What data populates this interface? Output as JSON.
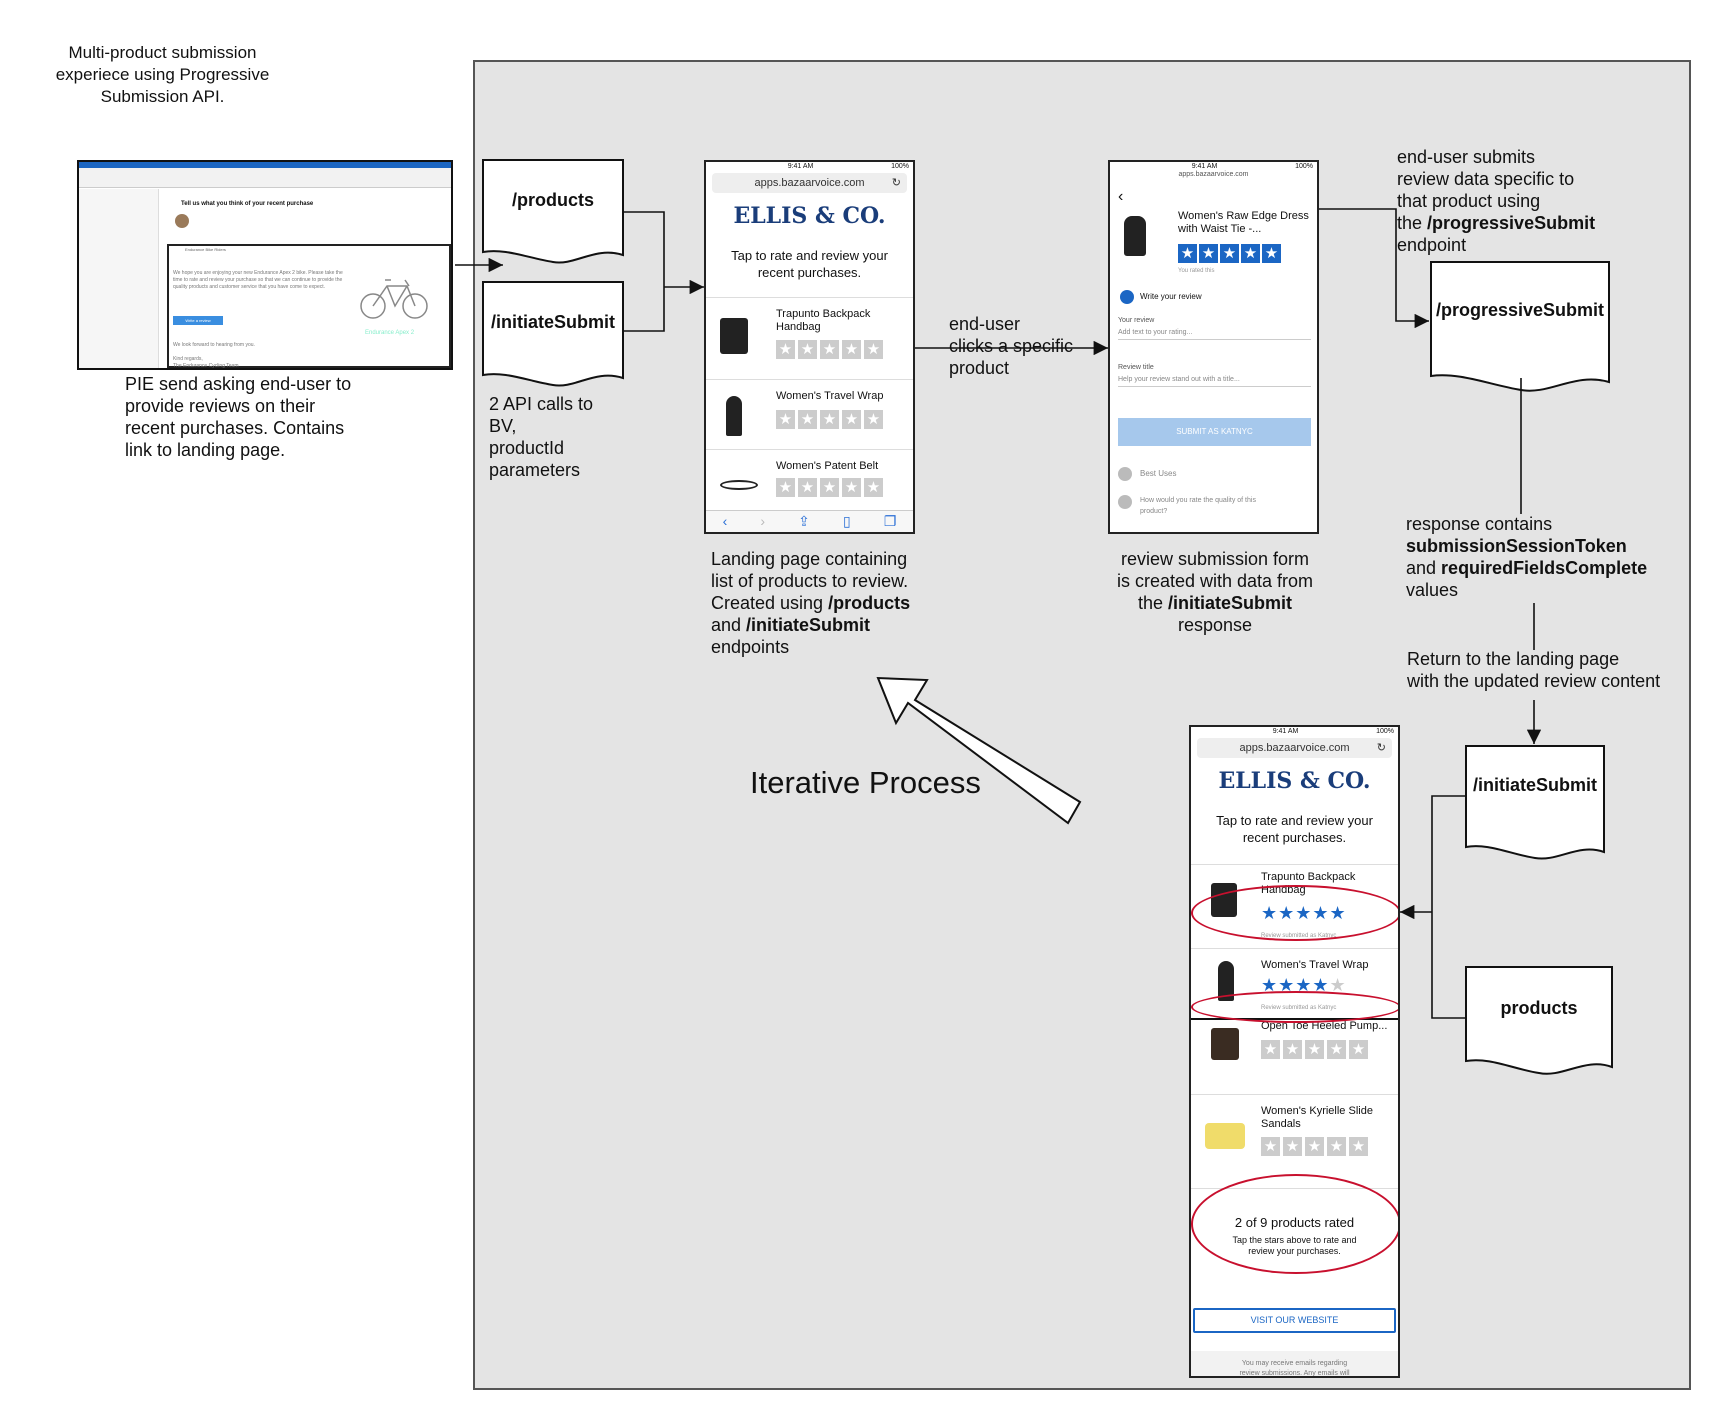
{
  "title_note": "Multi-product submission\nexperiece using Progressive\nSubmission API.",
  "email": {
    "caption": "PIE send asking end-user to\nprovide reviews on their\nrecent purchases. Contains\nlink to landing page.",
    "subject": "Tell us what you think of your recent purchase",
    "body": "We hope you are enjoying your new Endurance Apex 2 bike. Please take the time to rate and review your purchase so that we can continue to provide the quality products and customer service that you have come to expect.",
    "button": "Write a review",
    "closing": "We look forward to hearing from you.",
    "signoff": "Kind regards,\nThe Endurance Cycling Team",
    "product_caption": "Endurance Apex 2",
    "sender": "Endurance Bike Riders"
  },
  "docs": {
    "products": "/products",
    "initiate": "/initiateSubmit",
    "progressive": "/progressiveSubmit",
    "initiate2": "/initiateSubmit",
    "products2": "products"
  },
  "notes": {
    "api_calls": "2 API calls to\nBV,\nproductId\nparameters",
    "landing_pre": "Landing page containing\nlist of products to review.\nCreated using ",
    "landing_b1": "/products",
    "landing_mid": "\nand ",
    "landing_b2": "/initiateSubmit",
    "landing_post": "\nendpoints",
    "clicks": "end-user\nclicks a specific\nproduct",
    "form_pre": "review submission form\nis created with data from\nthe ",
    "form_b": "/initiateSubmit",
    "form_post": "\nresponse",
    "submits_pre": "end-user submits\nreview data specific to\nthat product using\nthe ",
    "submits_b": "/progressiveSubmit",
    "submits_post": "\nendpoint",
    "resp_pre": "response contains\n",
    "resp_b1": "submissionSessionToken",
    "resp_mid": "\nand ",
    "resp_b2": "requiredFieldsComplete",
    "resp_post": "\nvalues",
    "return": "Return to the landing page\nwith the updated review content",
    "iterative": "Iterative Process"
  },
  "phone": {
    "time": "9:41 AM",
    "battery": "100%",
    "url": "apps.bazaarvoice.com",
    "brand": "ELLIS & CO.",
    "tap": "Tap to rate and review your\nrecent purchases."
  },
  "landing": {
    "products": [
      "Trapunto Backpack\nHandbag",
      "Women's Travel Wrap",
      "Women's Patent Belt"
    ]
  },
  "form": {
    "product": "Women's Raw Edge Dress\nwith Waist Tie -...",
    "rated": "You rated this",
    "step1": "Write your review",
    "review_label": "Your review",
    "review_ph": "Add text to your rating...",
    "title_label": "Review title",
    "title_ph": "Help your review stand out with a title...",
    "submit": "SUBMIT AS KATNYC",
    "step2": "Best Uses",
    "step3": "How would you rate the quality of this\nproduct?"
  },
  "landing2": {
    "products": [
      {
        "name": "Trapunto Backpack\nHandbag",
        "stars": 5
      },
      {
        "name": "Women's Travel Wrap",
        "stars": 4
      },
      {
        "name": "Open Toe Heeled Pump...",
        "stars": 0
      },
      {
        "name": "Women's Kyrielle Slide\nSandals",
        "stars": 0
      }
    ],
    "submitted": "Review submitted as Katnyc",
    "count": "2 of 9 products rated",
    "count_sub": "Tap the stars above to rate and\nreview your purchases.",
    "visit": "VISIT OUR WEBSITE",
    "footer": "You may receive emails regarding\nreview submissions. Any emails will\ninclude the ability to opt-out of"
  }
}
